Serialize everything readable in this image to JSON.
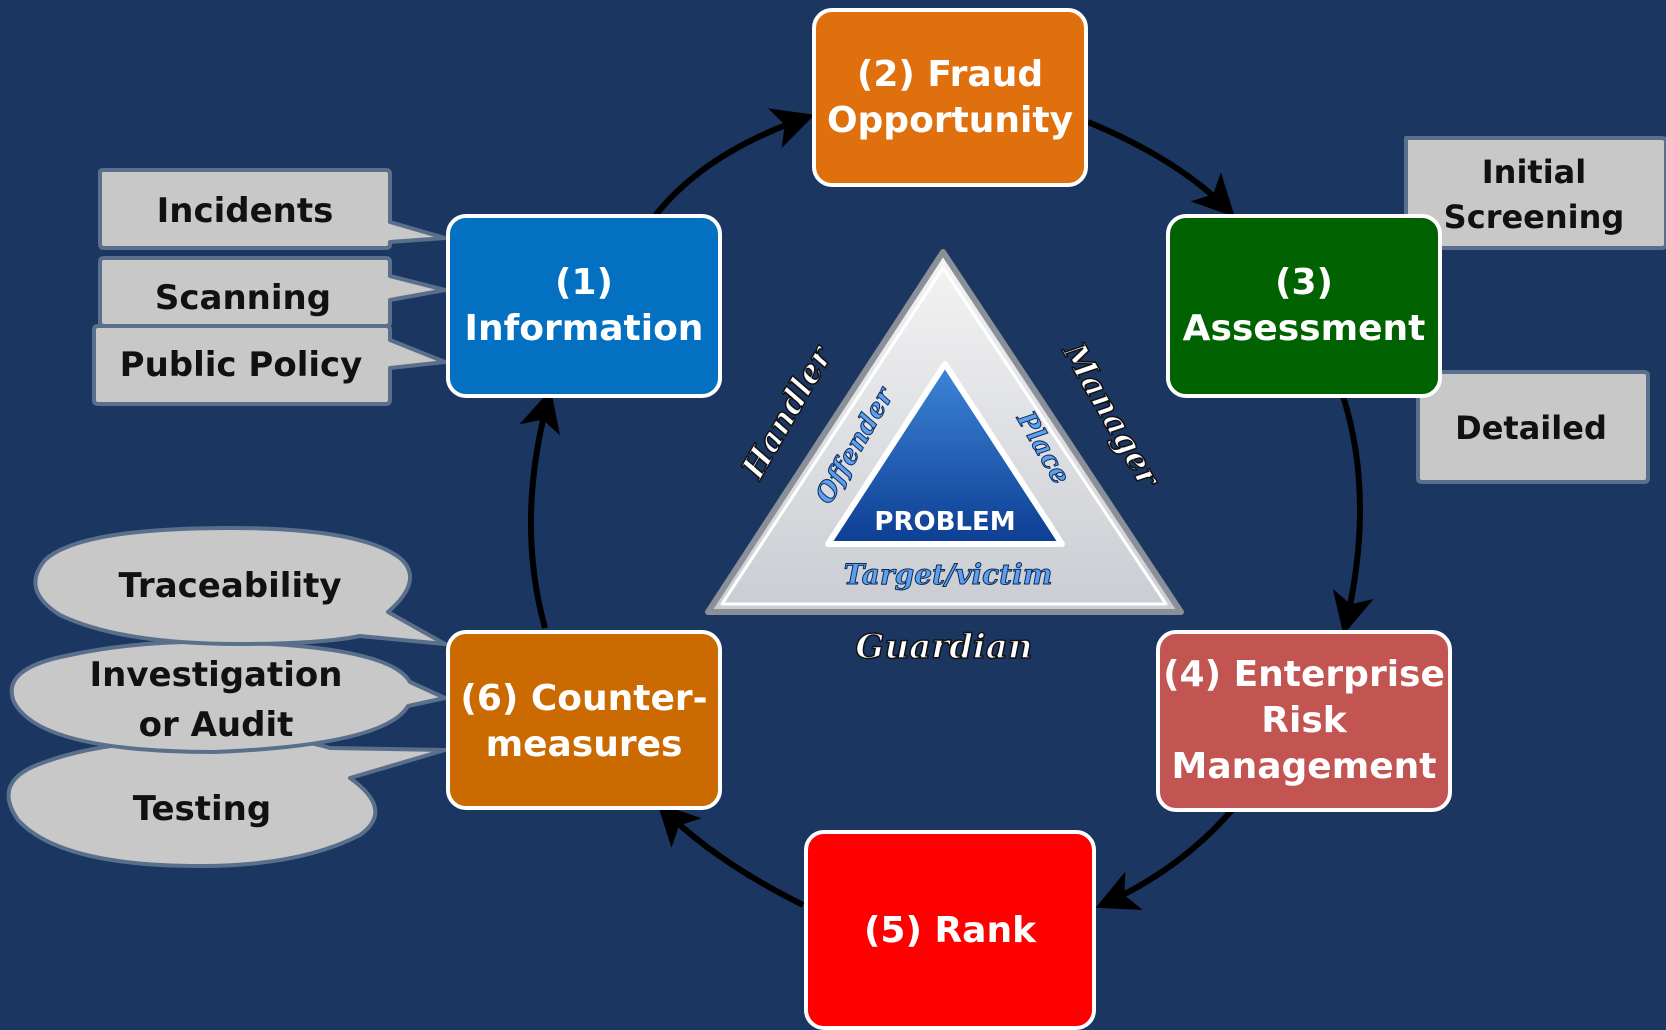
{
  "colors": {
    "background": "#1b3660",
    "information": "#0470c2",
    "fraud_opportunity": "#e0700d",
    "assessment": "#006200",
    "enterprise_risk": "#c25452",
    "rank": "#ff0000",
    "countermeasures": "#cb6a00",
    "callout_fill": "#c8c8c8",
    "callout_border": "#5a6f8c",
    "arrow": "#000000"
  },
  "steps": [
    {
      "id": "information",
      "lines": [
        "(1)",
        "Information"
      ]
    },
    {
      "id": "fraud_opportunity",
      "lines": [
        "(2) Fraud",
        "Opportunity"
      ]
    },
    {
      "id": "assessment",
      "lines": [
        "(3)",
        "Assessment"
      ]
    },
    {
      "id": "enterprise_risk",
      "lines": [
        "(4) Enterprise",
        "Risk",
        "Management"
      ]
    },
    {
      "id": "rank",
      "lines": [
        "(5) Rank"
      ]
    },
    {
      "id": "countermeasures",
      "lines": [
        "(6) Counter-",
        "measures"
      ]
    }
  ],
  "information_callouts": [
    "Incidents",
    "Scanning",
    "Public Policy"
  ],
  "assessment_callouts": {
    "initial_screening": [
      "Initial",
      "Screening"
    ],
    "detailed": [
      "Detailed"
    ]
  },
  "countermeasure_callouts": {
    "traceability": [
      "Traceability"
    ],
    "investigation": [
      "Investigation",
      "or Audit"
    ],
    "testing": [
      "Testing"
    ]
  },
  "problem_triangle": {
    "center": "PROBLEM",
    "inner_left": "Offender",
    "inner_right": "Place",
    "inner_bottom": "Target/victim",
    "outer_left": "Handler",
    "outer_right": "Manager",
    "outer_bottom": "Guardian"
  }
}
